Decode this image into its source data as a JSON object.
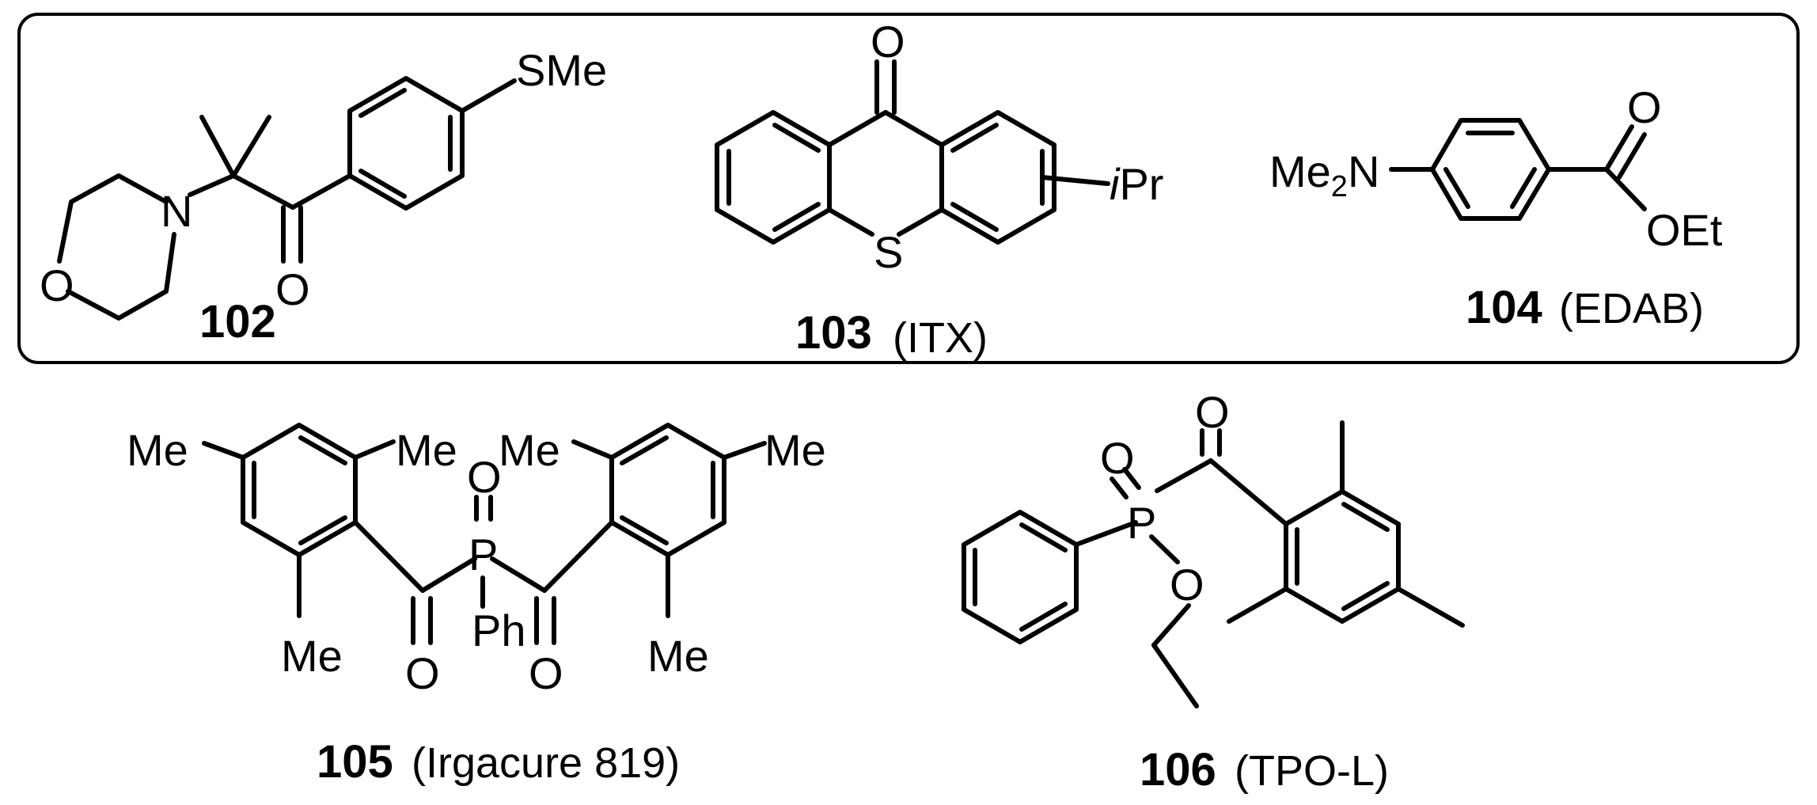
{
  "compounds": [
    {
      "number": "102",
      "name": ""
    },
    {
      "number": "103",
      "name": "(ITX)"
    },
    {
      "number": "104",
      "name": "(EDAB)"
    },
    {
      "number": "105",
      "name": "(Irgacure 819)"
    },
    {
      "number": "106",
      "name": "(TPO-L)"
    }
  ],
  "atoms": {
    "o": "O",
    "n": "N",
    "s": "S",
    "p": "P",
    "sme": "SMe",
    "ipr_i": "i",
    "ipr_pr": "Pr",
    "me": "Me",
    "me2n_me": "Me",
    "me2n_sub": "2",
    "me2n_n": "N",
    "oet": "OEt",
    "ph": "Ph"
  }
}
